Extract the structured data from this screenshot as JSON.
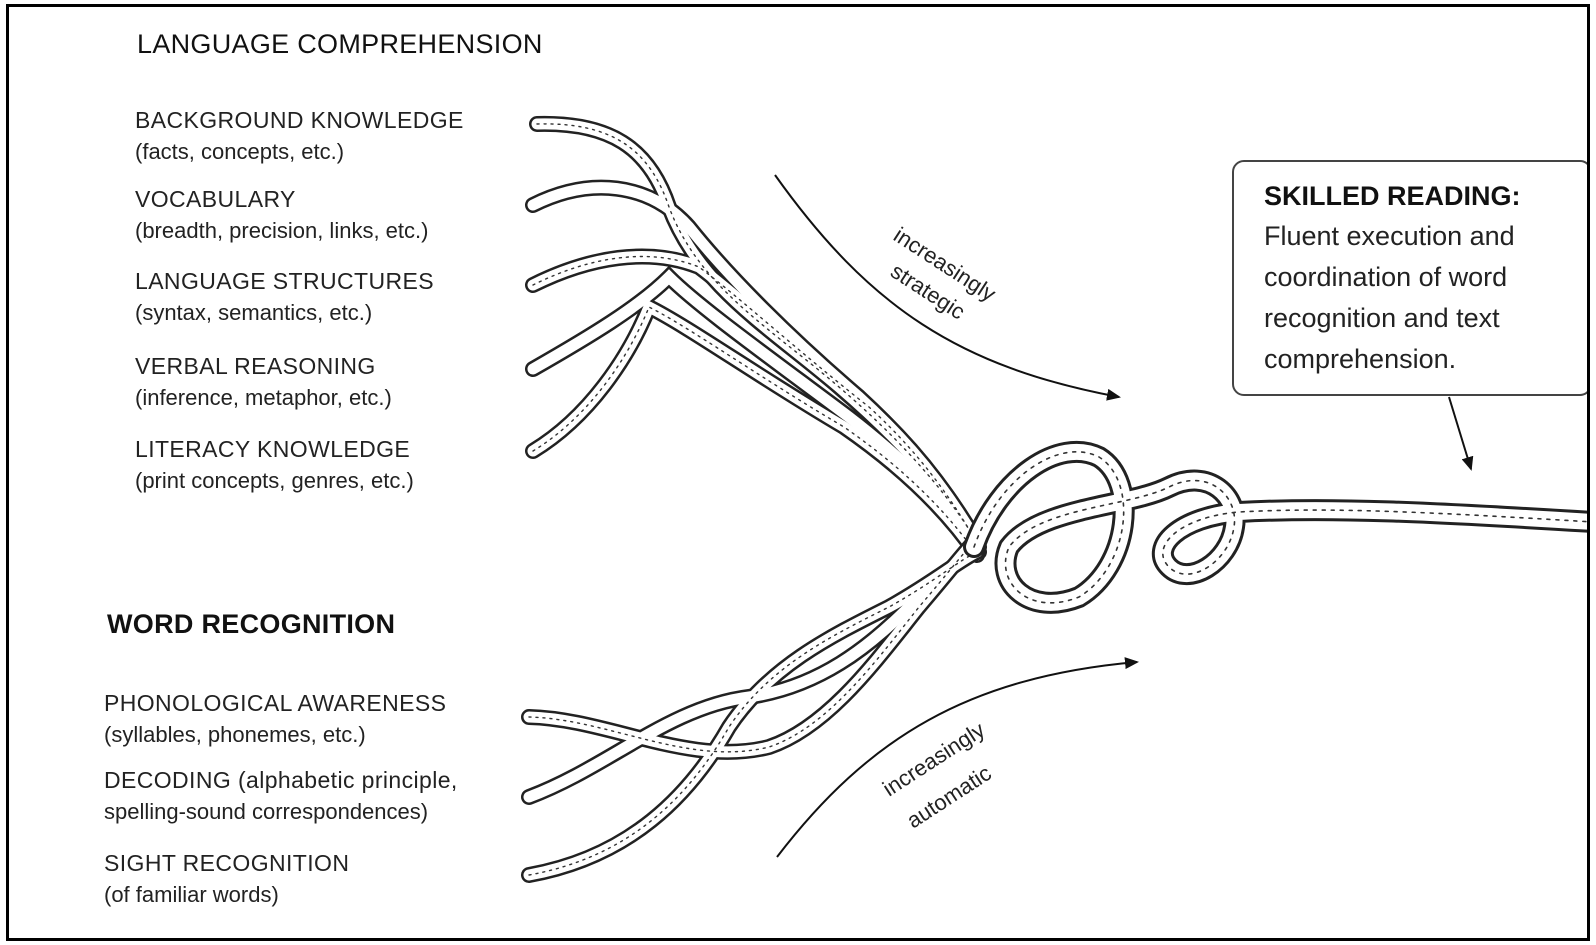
{
  "language_comprehension": {
    "heading": "LANGUAGE COMPREHENSION",
    "strands": [
      {
        "label": "BACKGROUND KNOWLEDGE",
        "detail": "(facts, concepts, etc.)"
      },
      {
        "label": "VOCABULARY",
        "detail": "(breadth, precision, links, etc.)"
      },
      {
        "label": "LANGUAGE STRUCTURES",
        "detail": "(syntax, semantics, etc.)"
      },
      {
        "label": "VERBAL REASONING",
        "detail": "(inference, metaphor, etc.)"
      },
      {
        "label": "LITERACY KNOWLEDGE",
        "detail": "(print concepts, genres, etc.)"
      }
    ],
    "arrow_label_1": "increasingly",
    "arrow_label_2": "strategic"
  },
  "word_recognition": {
    "heading": "WORD RECOGNITION",
    "strands": [
      {
        "label": "PHONOLOGICAL AWARENESS",
        "detail": "(syllables, phonemes, etc.)"
      },
      {
        "label": "DECODING (alphabetic principle,",
        "detail": "spelling-sound correspondences)"
      },
      {
        "label": "SIGHT RECOGNITION",
        "detail": "(of familiar words)"
      }
    ],
    "arrow_label_1": "increasingly",
    "arrow_label_2": "automatic"
  },
  "skilled_reading": {
    "title": "SKILLED READING:",
    "text": "Fluent execution and\ncoordination of word\nrecognition and text\ncomprehension."
  }
}
